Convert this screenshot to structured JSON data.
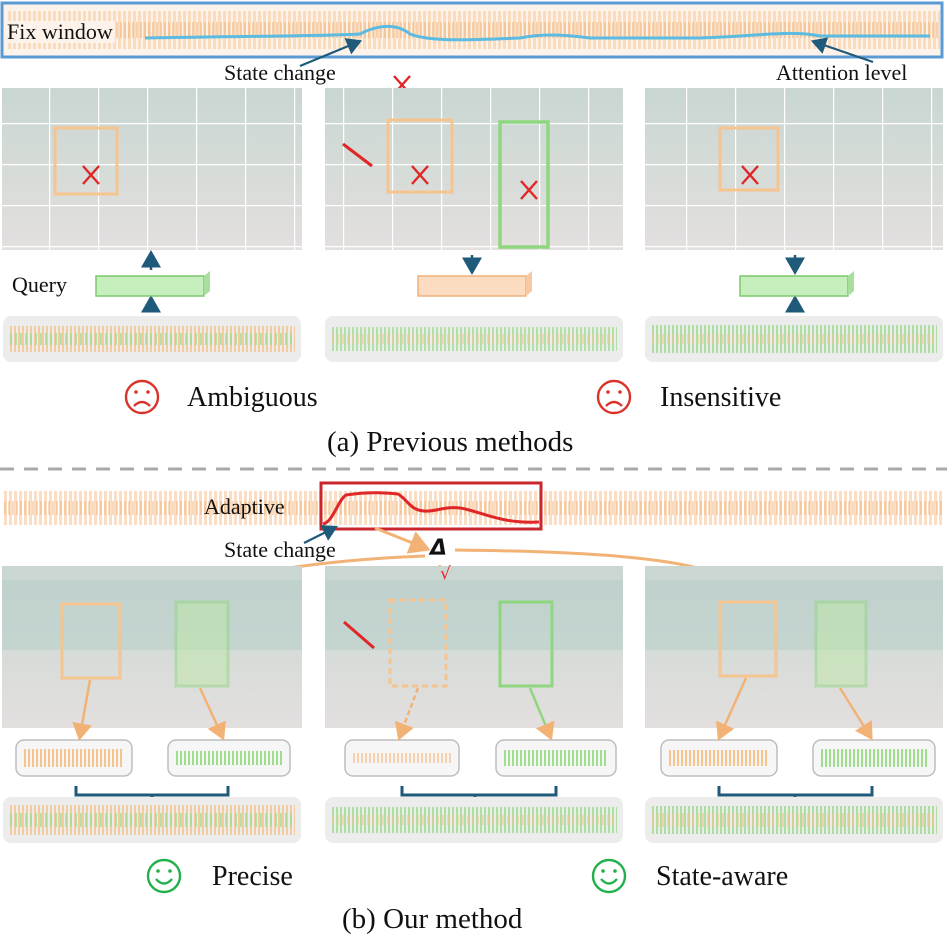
{
  "top": {
    "fix_window": "Fix window",
    "state_change": "State change",
    "attention_level": "Attention level"
  },
  "previous": {
    "query": "Query",
    "verdict_left": "Ambiguous",
    "verdict_right": "Insensitive",
    "caption": "(a) Previous methods"
  },
  "ours": {
    "adaptive": "Adaptive",
    "state_change": "State change",
    "delta": "Δ",
    "check": "√",
    "verdict_left": "Precise",
    "verdict_right": "State-aware",
    "caption": "(b) Our method"
  },
  "colors": {
    "orange": "#f5c48f",
    "green": "#8fd77f",
    "blue_frame": "#5b9bd5",
    "attention_line": "#5bbbe0",
    "red": "#e02626",
    "arrow_blue": "#1f5a7a",
    "sad": "#d9342b",
    "happy": "#22b04b",
    "divider": "#a9a9a9"
  },
  "icons": [
    "sad-face-icon",
    "happy-face-icon",
    "cross-mark-icon",
    "bow-icon",
    "arrow-icon"
  ]
}
